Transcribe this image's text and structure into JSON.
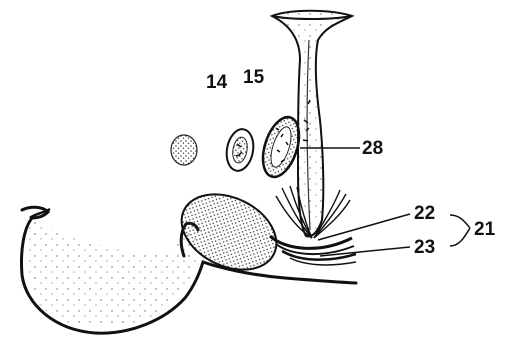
{
  "labels": {
    "l14": "14",
    "l15": "15",
    "l28": "28",
    "l22": "22",
    "l23": "23",
    "l21": "21"
  }
}
